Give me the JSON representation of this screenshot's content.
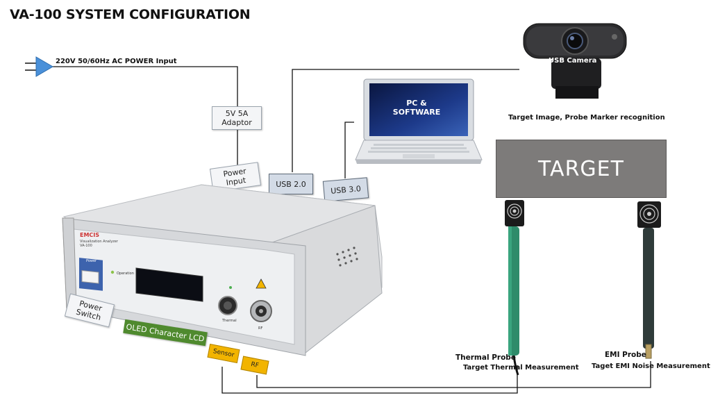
{
  "title": "VA-100 SYSTEM CONFIGURATION",
  "power_input_label": "220V 50/60Hz AC POWER Input",
  "adaptor": {
    "line1": "5V 5A",
    "line2": "Adaptor"
  },
  "power_input_box": {
    "line1": "Power",
    "line2": "Input"
  },
  "usb2": "USB 2.0",
  "usb3": "USB 3.0",
  "pc": {
    "line1": "PC &",
    "line2": "SOFTWARE"
  },
  "camera": {
    "label": "USB Camera",
    "caption": "Target Image, Probe Marker recognition"
  },
  "target": "TARGET",
  "device": {
    "brand": "EMCIS",
    "model_line1": "Visualization Analyzer",
    "model_line2": "VA-100",
    "power_btn": "Power",
    "operation": "Operation",
    "thermal": "Thermal",
    "rf": "RF"
  },
  "power_switch": {
    "line1": "Power",
    "line2": "Switch"
  },
  "oled": "OLED Character LCD",
  "sensor": "Sensor",
  "rf_tag": "RF",
  "thermal_probe": {
    "name": "Thermal Probe",
    "caption": "Target Thermal Measurement"
  },
  "emi_probe": {
    "name": "EMI Probe",
    "caption": "Taget EMI Noise Measurement"
  },
  "colors": {
    "arrow": "#4a90d9",
    "usb_box": "#d3dbe6",
    "green_tag": "#4f8a2e",
    "yellow_tag": "#f2b400",
    "target": "#7d7b7a",
    "thermal_probe": "#2e8b6a",
    "emi_probe": "#2f3b3a"
  }
}
